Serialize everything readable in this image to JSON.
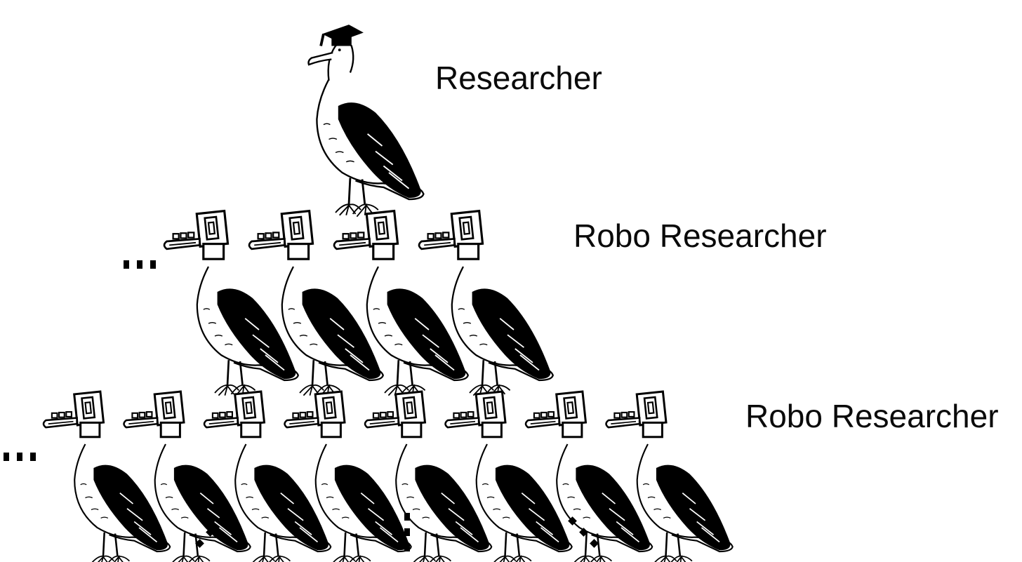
{
  "diagram": {
    "title": "Researcher hierarchy of robo researchers",
    "levels": [
      {
        "id": "top",
        "label": "Researcher",
        "agent_type": "human-researcher-bird",
        "accessory": "graduation-cap",
        "count_shown": 1
      },
      {
        "id": "mid",
        "label": "Robo Researcher",
        "agent_type": "robot-head-bird",
        "count_shown": 4,
        "continues_left": true
      },
      {
        "id": "bot",
        "label": "Robo Researcher",
        "agent_type": "robot-head-bird",
        "count_shown": 8,
        "continues_left": true,
        "continues_below": true
      }
    ],
    "ellipsis_glyph": "...",
    "continuation_directions": [
      "down-left",
      "down",
      "down-right"
    ],
    "colors": {
      "ink": "#000000",
      "background": "#ffffff"
    }
  }
}
